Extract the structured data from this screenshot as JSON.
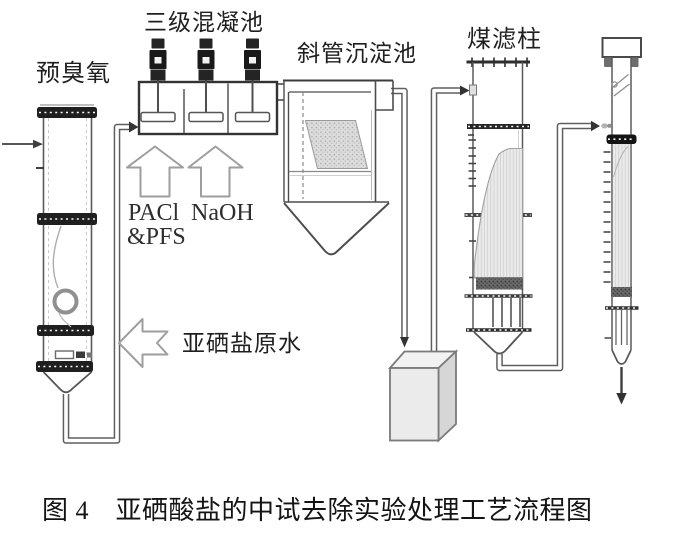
{
  "diagram": {
    "caption": "图 4　亚硒酸盐的中试去除实验处理工艺流程图",
    "units": {
      "preozone": {
        "label": "预臭氧"
      },
      "coagulation": {
        "label": "三级混凝池"
      },
      "sedimentation": {
        "label": "斜管沉淀池"
      },
      "coal_filter": {
        "label": "煤滤柱"
      }
    },
    "annotations": {
      "chemical_1": "PACl",
      "chemical_2": "NaOH",
      "chemical_3": "&PFS",
      "raw_water": "亚硒盐原水"
    },
    "colors": {
      "line": "#4a4a4a",
      "flange": "#1c1c1c",
      "hollow_arrow_outline": "#9e9e9e",
      "media_fill": "#dcdcdc",
      "tank_face": "#ebebeb"
    }
  }
}
